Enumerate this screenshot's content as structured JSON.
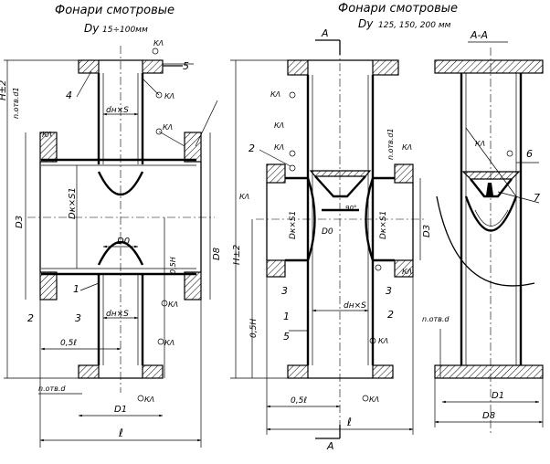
{
  "views": {
    "left": {
      "title": "Фонари смотровые",
      "size_prefix": "Dy",
      "size_range": "15÷100мм",
      "labels": {
        "H": "H±2",
        "D3": "D3",
        "Dk_s1": "Dк×S1",
        "D0": "D0",
        "Dn_s_top": "dн×S",
        "Dn_s_bottom": "dн×S",
        "D8": "D8",
        "half_H": "0,5H",
        "n_otv_d1": "n.отв.d1",
        "n_otv_d": "n.отв.d",
        "half_l": "0,5ℓ",
        "D1": "D1",
        "l": "ℓ",
        "weld": "КΛ",
        "pos_1": "1",
        "pos_2": "2",
        "pos_3": "3",
        "pos_4": "4",
        "pos_5": "5"
      }
    },
    "middle": {
      "title": "Фонари смотровые",
      "size_prefix": "Dy",
      "size_range": "125, 150, 200 мм",
      "section_mark": "A",
      "labels": {
        "H": "H±2",
        "half_H": "0,5H",
        "D3": "D3",
        "Dk_s1_left": "Dк×S1",
        "Dk_s1_right": "Dк×S1",
        "D0": "D0",
        "angle": "90°",
        "n_otv_d1": "n.отв.d1",
        "Dn_s": "dн×S",
        "half_l": "0,5ℓ",
        "l": "ℓ",
        "weld": "КΛ",
        "pos_1": "1",
        "pos_2": "2",
        "pos_3": "3",
        "pos_5": "5"
      }
    },
    "right": {
      "title": "А-А",
      "labels": {
        "n_otv_d": "n.отв.d",
        "D1": "D1",
        "D8": "D8",
        "weld": "КΛ",
        "pos_6": "6",
        "pos_7": "7"
      }
    }
  },
  "colors": {
    "ink": "#000000",
    "paper": "#ffffff"
  }
}
